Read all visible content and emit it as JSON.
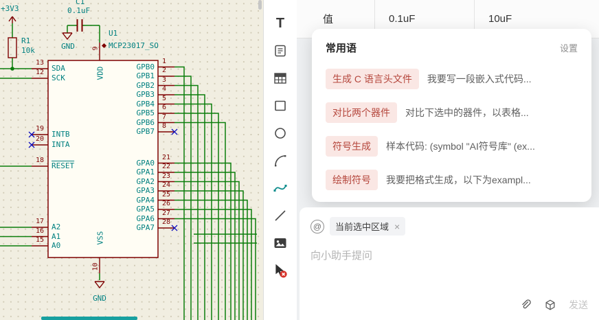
{
  "schematic": {
    "power_flag": "+3V3",
    "resistor": {
      "ref": "R1",
      "value": "10k"
    },
    "capacitor": {
      "ref": "C1",
      "value": "0.1uF"
    },
    "gnd_top": "GND",
    "gnd_bottom": "GND",
    "ic": {
      "ref": "U1",
      "value": "MCP23017_SO",
      "top_pin": {
        "num": "9",
        "label": "VDD"
      },
      "bottom_pin": {
        "num": "10",
        "label": "VSS"
      },
      "left_pins": [
        {
          "num": "13",
          "label": "SDA"
        },
        {
          "num": "12",
          "label": "SCK"
        },
        {
          "num": "19",
          "label": "INTB",
          "nc": true
        },
        {
          "num": "20",
          "label": "INTA",
          "nc": true
        },
        {
          "num": "18",
          "label": "RESET",
          "overline": true
        },
        {
          "num": "17",
          "label": "A2"
        },
        {
          "num": "16",
          "label": "A1"
        },
        {
          "num": "15",
          "label": "A0"
        }
      ],
      "right_pins": [
        {
          "num": "1",
          "label": "GPB0"
        },
        {
          "num": "2",
          "label": "GPB1"
        },
        {
          "num": "3",
          "label": "GPB2"
        },
        {
          "num": "4",
          "label": "GPB3"
        },
        {
          "num": "5",
          "label": "GPB4"
        },
        {
          "num": "6",
          "label": "GPB5"
        },
        {
          "num": "7",
          "label": "GPB6"
        },
        {
          "num": "8",
          "label": "GPB7",
          "nc": true
        },
        {
          "num": "21",
          "label": "GPA0"
        },
        {
          "num": "22",
          "label": "GPA1"
        },
        {
          "num": "23",
          "label": "GPA2"
        },
        {
          "num": "24",
          "label": "GPA3"
        },
        {
          "num": "25",
          "label": "GPA4"
        },
        {
          "num": "26",
          "label": "GPA5"
        },
        {
          "num": "27",
          "label": "GPA6"
        },
        {
          "num": "28",
          "label": "GPA7",
          "nc": true
        }
      ]
    }
  },
  "toolbar": {
    "icons": [
      "text-tool",
      "note-tool",
      "table-tool",
      "rect-tool",
      "ellipse-tool",
      "arc-tool",
      "bezier-tool",
      "line-tool",
      "image-tool",
      "cancel-tool"
    ]
  },
  "panel": {
    "compare_table": {
      "row_label": "值",
      "values": [
        "0.1uF",
        "10uF"
      ]
    },
    "phrases": {
      "title": "常用语",
      "settings_label": "设置",
      "items": [
        {
          "tag": "生成 C 语言头文件",
          "desc": "我要写一段嵌入式代码..."
        },
        {
          "tag": "对比两个器件",
          "desc": "对比下选中的器件，以表格..."
        },
        {
          "tag": "符号生成",
          "desc": "样本代码: (symbol \"AI符号库\" (ex..."
        },
        {
          "tag": "绘制符号",
          "desc": "我要把格式生成，以下为exampl..."
        }
      ]
    },
    "chat": {
      "at_symbol": "@",
      "context_label": "当前选中区域",
      "close_label": "×",
      "placeholder": "向小助手提问",
      "send_label": "发送"
    }
  },
  "colors": {
    "canvas_bg": "#f1eee1",
    "wire": "#0b7d0b",
    "symbol_outline": "#7e0000",
    "pin_text": "#008080",
    "no_connect": "#0b0bbe",
    "accent_teal": "#18a0a0",
    "tag_bg": "#fae7e4",
    "tag_text": "#b5473d"
  }
}
